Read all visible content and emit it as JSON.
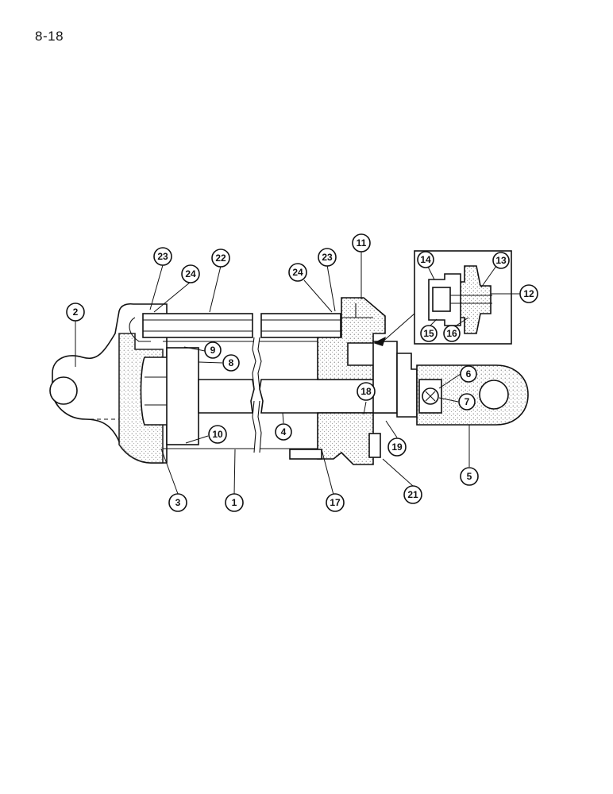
{
  "page": {
    "number": "8-18"
  },
  "diagram": {
    "callouts": [
      "1",
      "2",
      "3",
      "4",
      "5",
      "6",
      "7",
      "8",
      "9",
      "10",
      "11",
      "12",
      "13",
      "14",
      "15",
      "16",
      "17",
      "18",
      "19",
      "21",
      "22",
      "23",
      "23",
      "24",
      "24"
    ]
  }
}
